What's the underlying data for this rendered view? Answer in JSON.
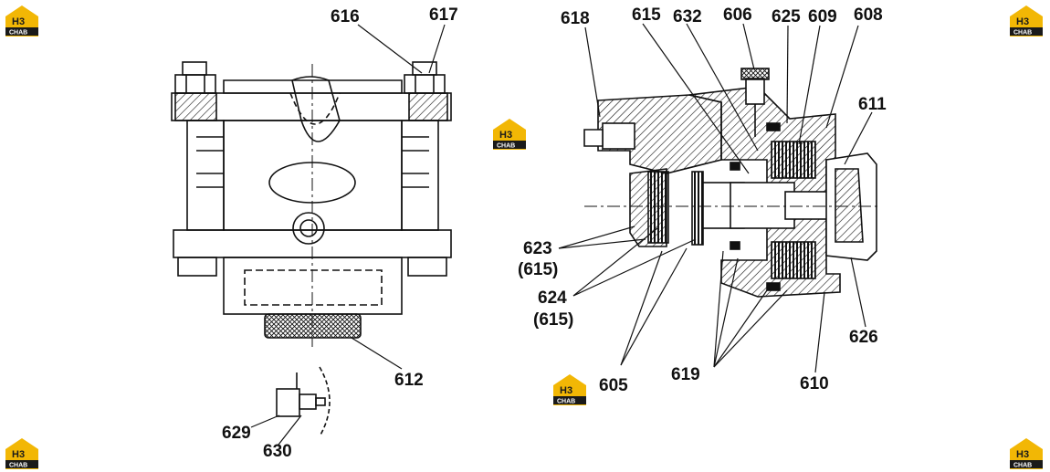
{
  "colors": {
    "ink": "#111111",
    "logo_yellow": "#f2b705",
    "logo_dark": "#1a1a1a",
    "logo_white": "#ffffff"
  },
  "logo": {
    "mark": "H3",
    "word": "CHAB"
  },
  "callouts": {
    "c616": "616",
    "c617": "617",
    "c618": "618",
    "c615a": "615",
    "c632": "632",
    "c606": "606",
    "c625": "625",
    "c609": "609",
    "c608": "608",
    "c611": "611",
    "c623": "623",
    "c615b": "(615)",
    "c624": "624",
    "c615c": "(615)",
    "c626": "626",
    "c605": "605",
    "c619": "619",
    "c610": "610",
    "c612": "612",
    "c629": "629",
    "c630": "630"
  }
}
